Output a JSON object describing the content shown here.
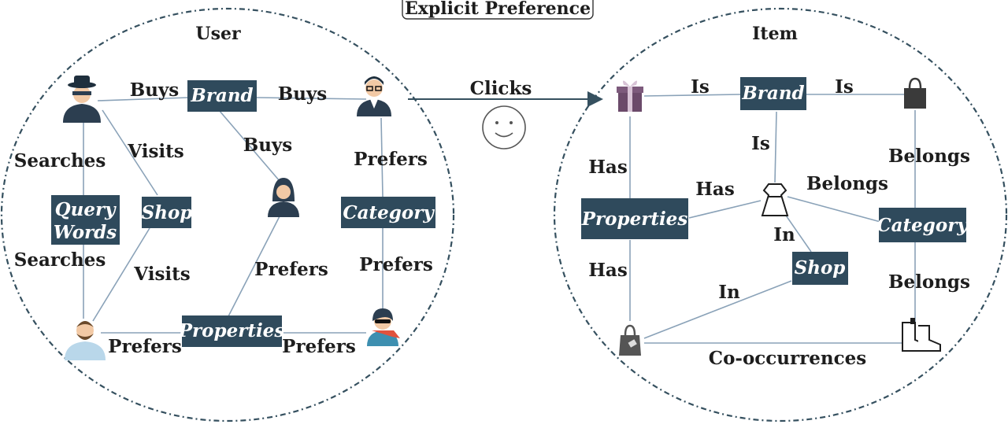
{
  "header": {
    "banner": "Explicit Preference"
  },
  "user_side": {
    "title": "User",
    "nodes": {
      "brand": "Brand",
      "query_words_1": "Query",
      "query_words_2": "Words",
      "shop": "Shop",
      "category": "Category",
      "properties": "Properties"
    },
    "edges": {
      "buys_1": "Buys",
      "buys_2": "Buys",
      "buys_3": "Buys",
      "searches_1": "Searches",
      "searches_2": "Searches",
      "visits_1": "Visits",
      "visits_2": "Visits",
      "prefers_1": "Prefers",
      "prefers_2": "Prefers",
      "prefers_3": "Prefers",
      "prefers_4": "Prefers",
      "prefers_5": "Prefers"
    }
  },
  "connector": {
    "label": "Clicks"
  },
  "item_side": {
    "title": "Item",
    "nodes": {
      "brand": "Brand",
      "properties": "Properties",
      "category": "Category",
      "shop": "Shop"
    },
    "edges": {
      "is_1": "Is",
      "is_2": "Is",
      "is_3": "Is",
      "has_1": "Has",
      "has_2": "Has",
      "has_3": "Has",
      "belongs_1": "Belongs",
      "belongs_2": "Belongs",
      "belongs_3": "Belongs",
      "in_1": "In",
      "in_2": "In",
      "cooccur": "Co-occurrences"
    }
  },
  "colors": {
    "node_box": "#2f4a5c",
    "edge": "#8aa2b8",
    "circle": "#35505f"
  }
}
